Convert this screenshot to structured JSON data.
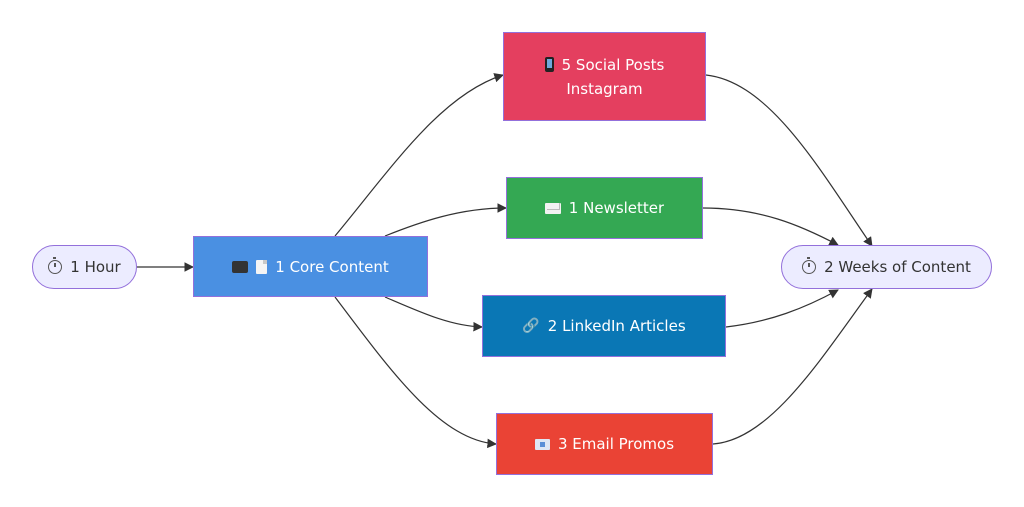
{
  "diagram": {
    "type": "flowchart-LR",
    "nodes": {
      "start": {
        "icon": "stopwatch-icon",
        "label": "1 Hour"
      },
      "core": {
        "icons": [
          "video-camera-icon",
          "document-icon"
        ],
        "label": "1 Core Content"
      },
      "social": {
        "icon": "mobile-phone-icon",
        "label": "5 Social Posts",
        "sublabel": "Instagram",
        "color": "#E43F5F"
      },
      "newsletter": {
        "icon": "envelope-icon",
        "label": "1 Newsletter",
        "color": "#34A853"
      },
      "linkedin": {
        "icon": "link-icon",
        "label": "2 LinkedIn Articles",
        "color": "#0A77B5"
      },
      "email": {
        "icon": "email-icon",
        "label": "3 Email Promos",
        "color": "#EA4335"
      },
      "end": {
        "icon": "stopwatch-icon",
        "label": "2 Weeks of Content"
      }
    },
    "colors": {
      "core": "#4A90E2",
      "pill_fill": "#ECECFF",
      "pill_border": "#9370DB",
      "edge": "#333333"
    },
    "edges": [
      {
        "from": "start",
        "to": "core"
      },
      {
        "from": "core",
        "to": "social"
      },
      {
        "from": "core",
        "to": "newsletter"
      },
      {
        "from": "core",
        "to": "linkedin"
      },
      {
        "from": "core",
        "to": "email"
      },
      {
        "from": "social",
        "to": "end"
      },
      {
        "from": "newsletter",
        "to": "end"
      },
      {
        "from": "linkedin",
        "to": "end"
      },
      {
        "from": "email",
        "to": "end"
      }
    ]
  }
}
